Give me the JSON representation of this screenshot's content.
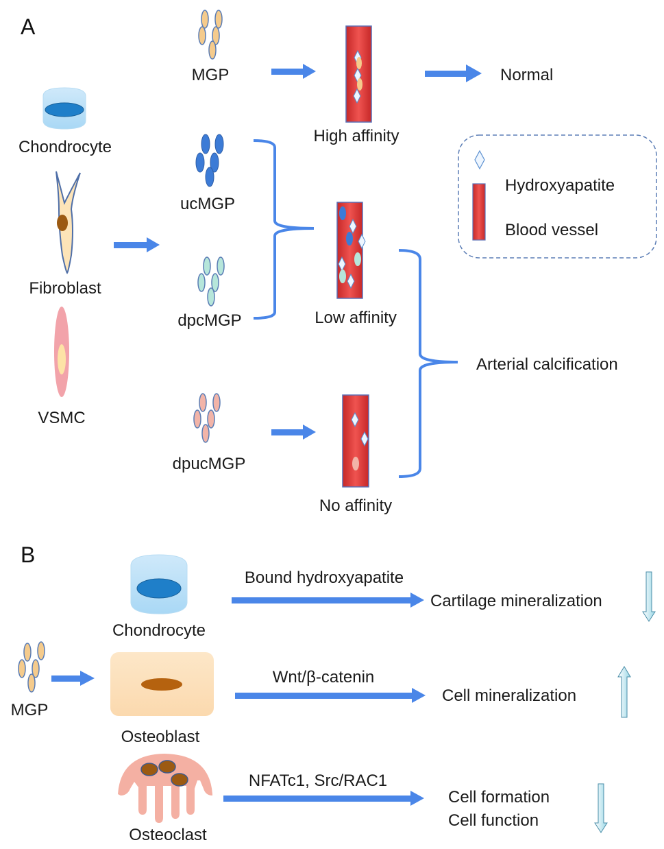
{
  "panelA": {
    "label": "A",
    "cells": {
      "chondrocyte": "Chondrocyte",
      "fibroblast": "Fibroblast",
      "vsmc": "VSMC"
    },
    "proteins": {
      "mgp": "MGP",
      "ucmgp": "ucMGP",
      "dpcmgp": "dpcMGP",
      "dpucmgp": "dpucMGP"
    },
    "affinity": {
      "high": "High affinity",
      "low": "Low affinity",
      "none": "No affinity"
    },
    "outcomes": {
      "normal": "Normal",
      "calcification": "Arterial calcification"
    },
    "legend": {
      "hydroxyapatite": "Hydroxyapatite",
      "vessel": "Blood vessel"
    }
  },
  "panelB": {
    "label": "B",
    "mgp": "MGP",
    "cells": {
      "chondrocyte": "Chondrocyte",
      "osteoblast": "Osteoblast",
      "osteoclast": "Osteoclast"
    },
    "pathways": {
      "chondrocyte": "Bound hydroxyapatite",
      "osteoblast": "Wnt/β-catenin",
      "osteoclast": "NFATc1, Src/RAC1"
    },
    "effects": {
      "chondrocyte": "Cartilage mineralization",
      "osteoblast": "Cell mineralization",
      "osteoclast_1": "Cell formation",
      "osteoclast_2": "Cell function"
    },
    "directions": {
      "chondrocyte": "down",
      "osteoblast": "up",
      "osteoclast": "down"
    }
  },
  "colors": {
    "arrow": "#4a86e8",
    "bracket": "#4a86e8",
    "vessel": "#e53935",
    "mgp": "#f5cb8c",
    "ucmgp": "#3c7bd6",
    "dpcmgp": "#b6e6da",
    "dpucmgp": "#f2b4a8"
  }
}
